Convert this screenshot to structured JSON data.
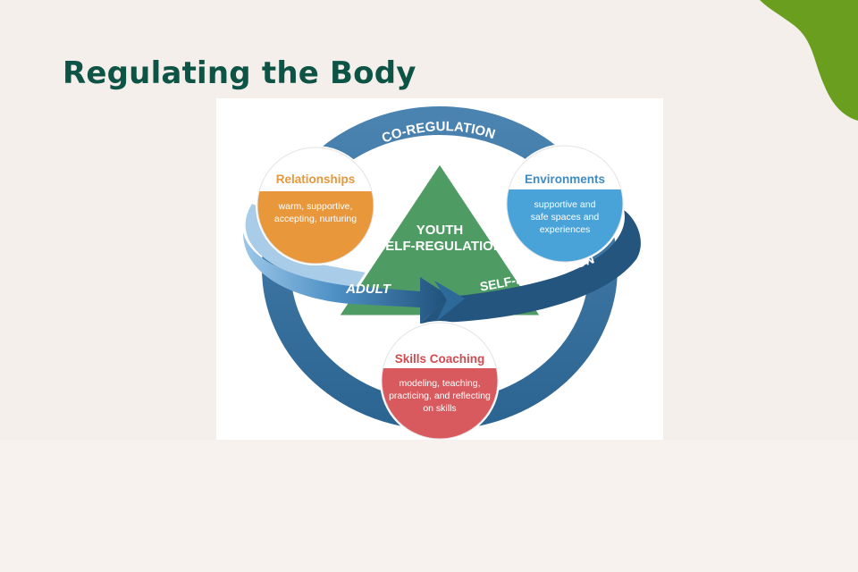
{
  "slide": {
    "title": "Regulating the Body"
  },
  "diagram": {
    "ring_label": "CO-REGULATION",
    "center_label_line1": "YOUTH",
    "center_label_line2": "SELF-REGULATION",
    "arrow_left_label": "ADULT",
    "arrow_right_label": "SELF-REGULATION",
    "nodes": [
      {
        "name": "Relationships",
        "desc_lines": [
          "warm, supportive,",
          "accepting, nurturing"
        ],
        "color": "#e8973a"
      },
      {
        "name": "Environments",
        "desc_lines": [
          "supportive and",
          "safe spaces and",
          "experiences"
        ],
        "color": "#4aa3d8"
      },
      {
        "name": "Skills Coaching",
        "desc_lines": [
          "modeling, teaching,",
          "practicing, and reflecting",
          "on skills"
        ],
        "color": "#d95a5e"
      }
    ]
  },
  "colors": {
    "title": "#0e5446",
    "ring_blue": "#3d78a6",
    "triangle_green": "#4e9c63",
    "accent_green": "#6a9e1f",
    "background": "#f5efeb"
  }
}
